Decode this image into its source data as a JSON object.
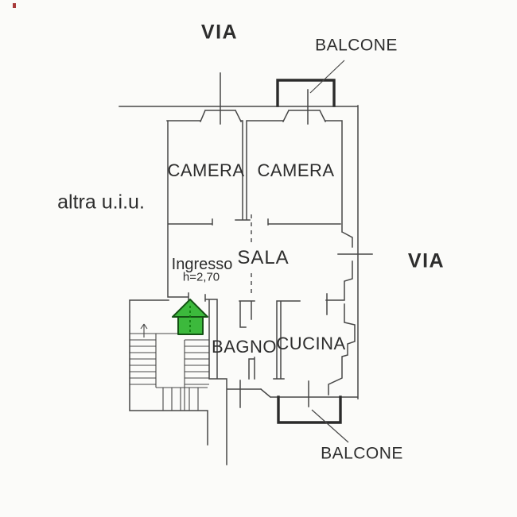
{
  "colors": {
    "paper": "#fbfbf9",
    "ink": "#474747",
    "bold": "#2b2b2b",
    "text": "#2d2d2d",
    "marker": "#3cb93c",
    "marker-dark": "#145214",
    "marker-dash": "#0a7a0a",
    "artifact": "#a83a3a"
  },
  "streets": {
    "top": "VIA",
    "right": "VIA"
  },
  "balconies": {
    "top": "BALCONE",
    "bottom": "BALCONE"
  },
  "adjacent_unit_label": "altra u.i.u.",
  "rooms": {
    "bedroom_left": "CAMERA",
    "bedroom_right": "CAMERA",
    "living_room": "SALA",
    "bathroom": "BAGNO",
    "kitchen": "CUCINA",
    "entrance": {
      "name": "Ingresso",
      "ceiling_height": "h=2,70"
    }
  },
  "icons": {
    "entrance_marker": "green-house-marker",
    "stairs_direction": "up-arrow"
  }
}
